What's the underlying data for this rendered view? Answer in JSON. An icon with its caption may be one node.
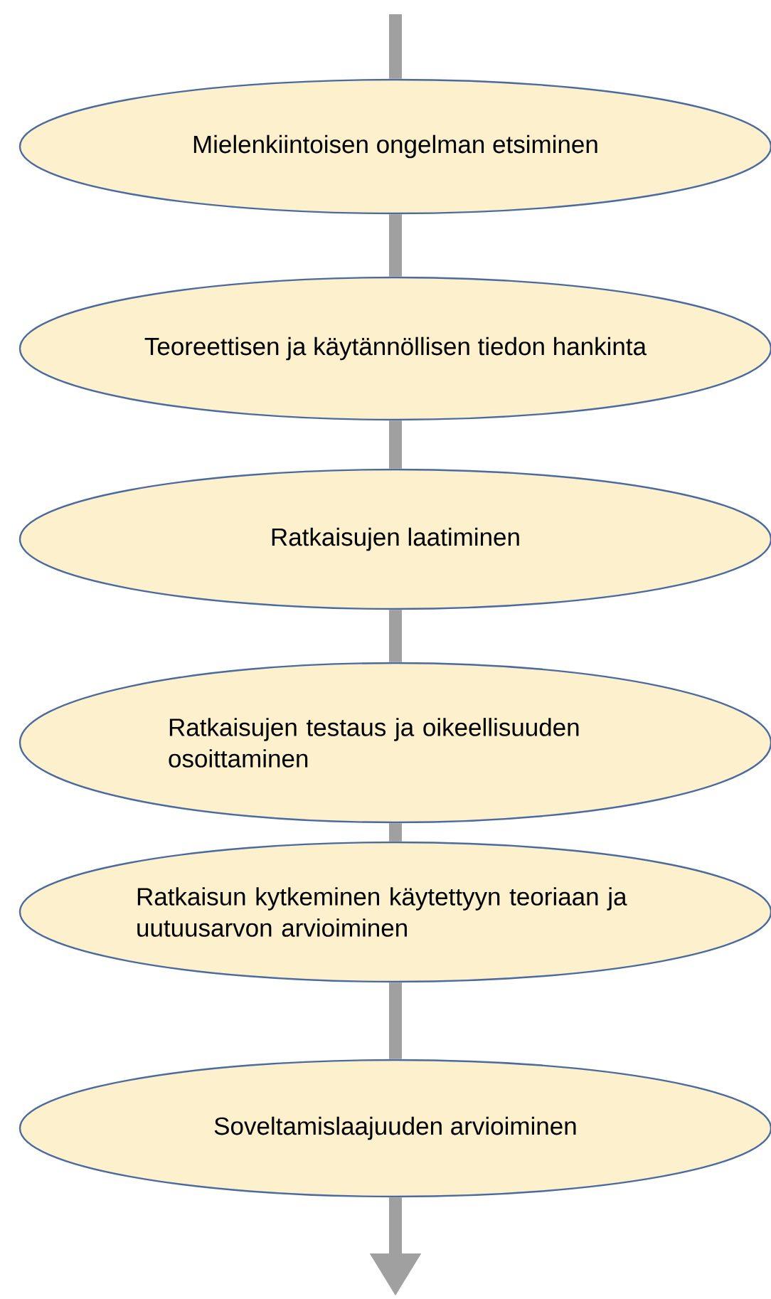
{
  "diagram": {
    "nodes": [
      {
        "text": [
          "Mielenkiintoisen ongelman etsiminen"
        ]
      },
      {
        "text": [
          "Teoreettisen ja käytännöllisen tiedon hankinta"
        ]
      },
      {
        "text": [
          "Ratkaisujen laatiminen"
        ]
      },
      {
        "text": [
          "Ratkaisujen testaus ja oikeellisuuden osoittaminen"
        ]
      },
      {
        "text": [
          "Ratkaisun kytkeminen käytettyyn teoriaan ja uutuusarvon arvioiminen"
        ]
      },
      {
        "text": [
          "Soveltamislaajuuden arvioiminen"
        ]
      }
    ],
    "edges": [
      {
        "from": null,
        "to": 0,
        "arrow": "none"
      },
      {
        "from": 0,
        "to": 1,
        "arrow": "none"
      },
      {
        "from": 1,
        "to": 2,
        "arrow": "none"
      },
      {
        "from": 2,
        "to": 3,
        "arrow": "none"
      },
      {
        "from": 3,
        "to": 4,
        "arrow": "none"
      },
      {
        "from": 4,
        "to": 5,
        "arrow": "none"
      },
      {
        "from": 5,
        "to": null,
        "arrow": "to"
      }
    ]
  }
}
